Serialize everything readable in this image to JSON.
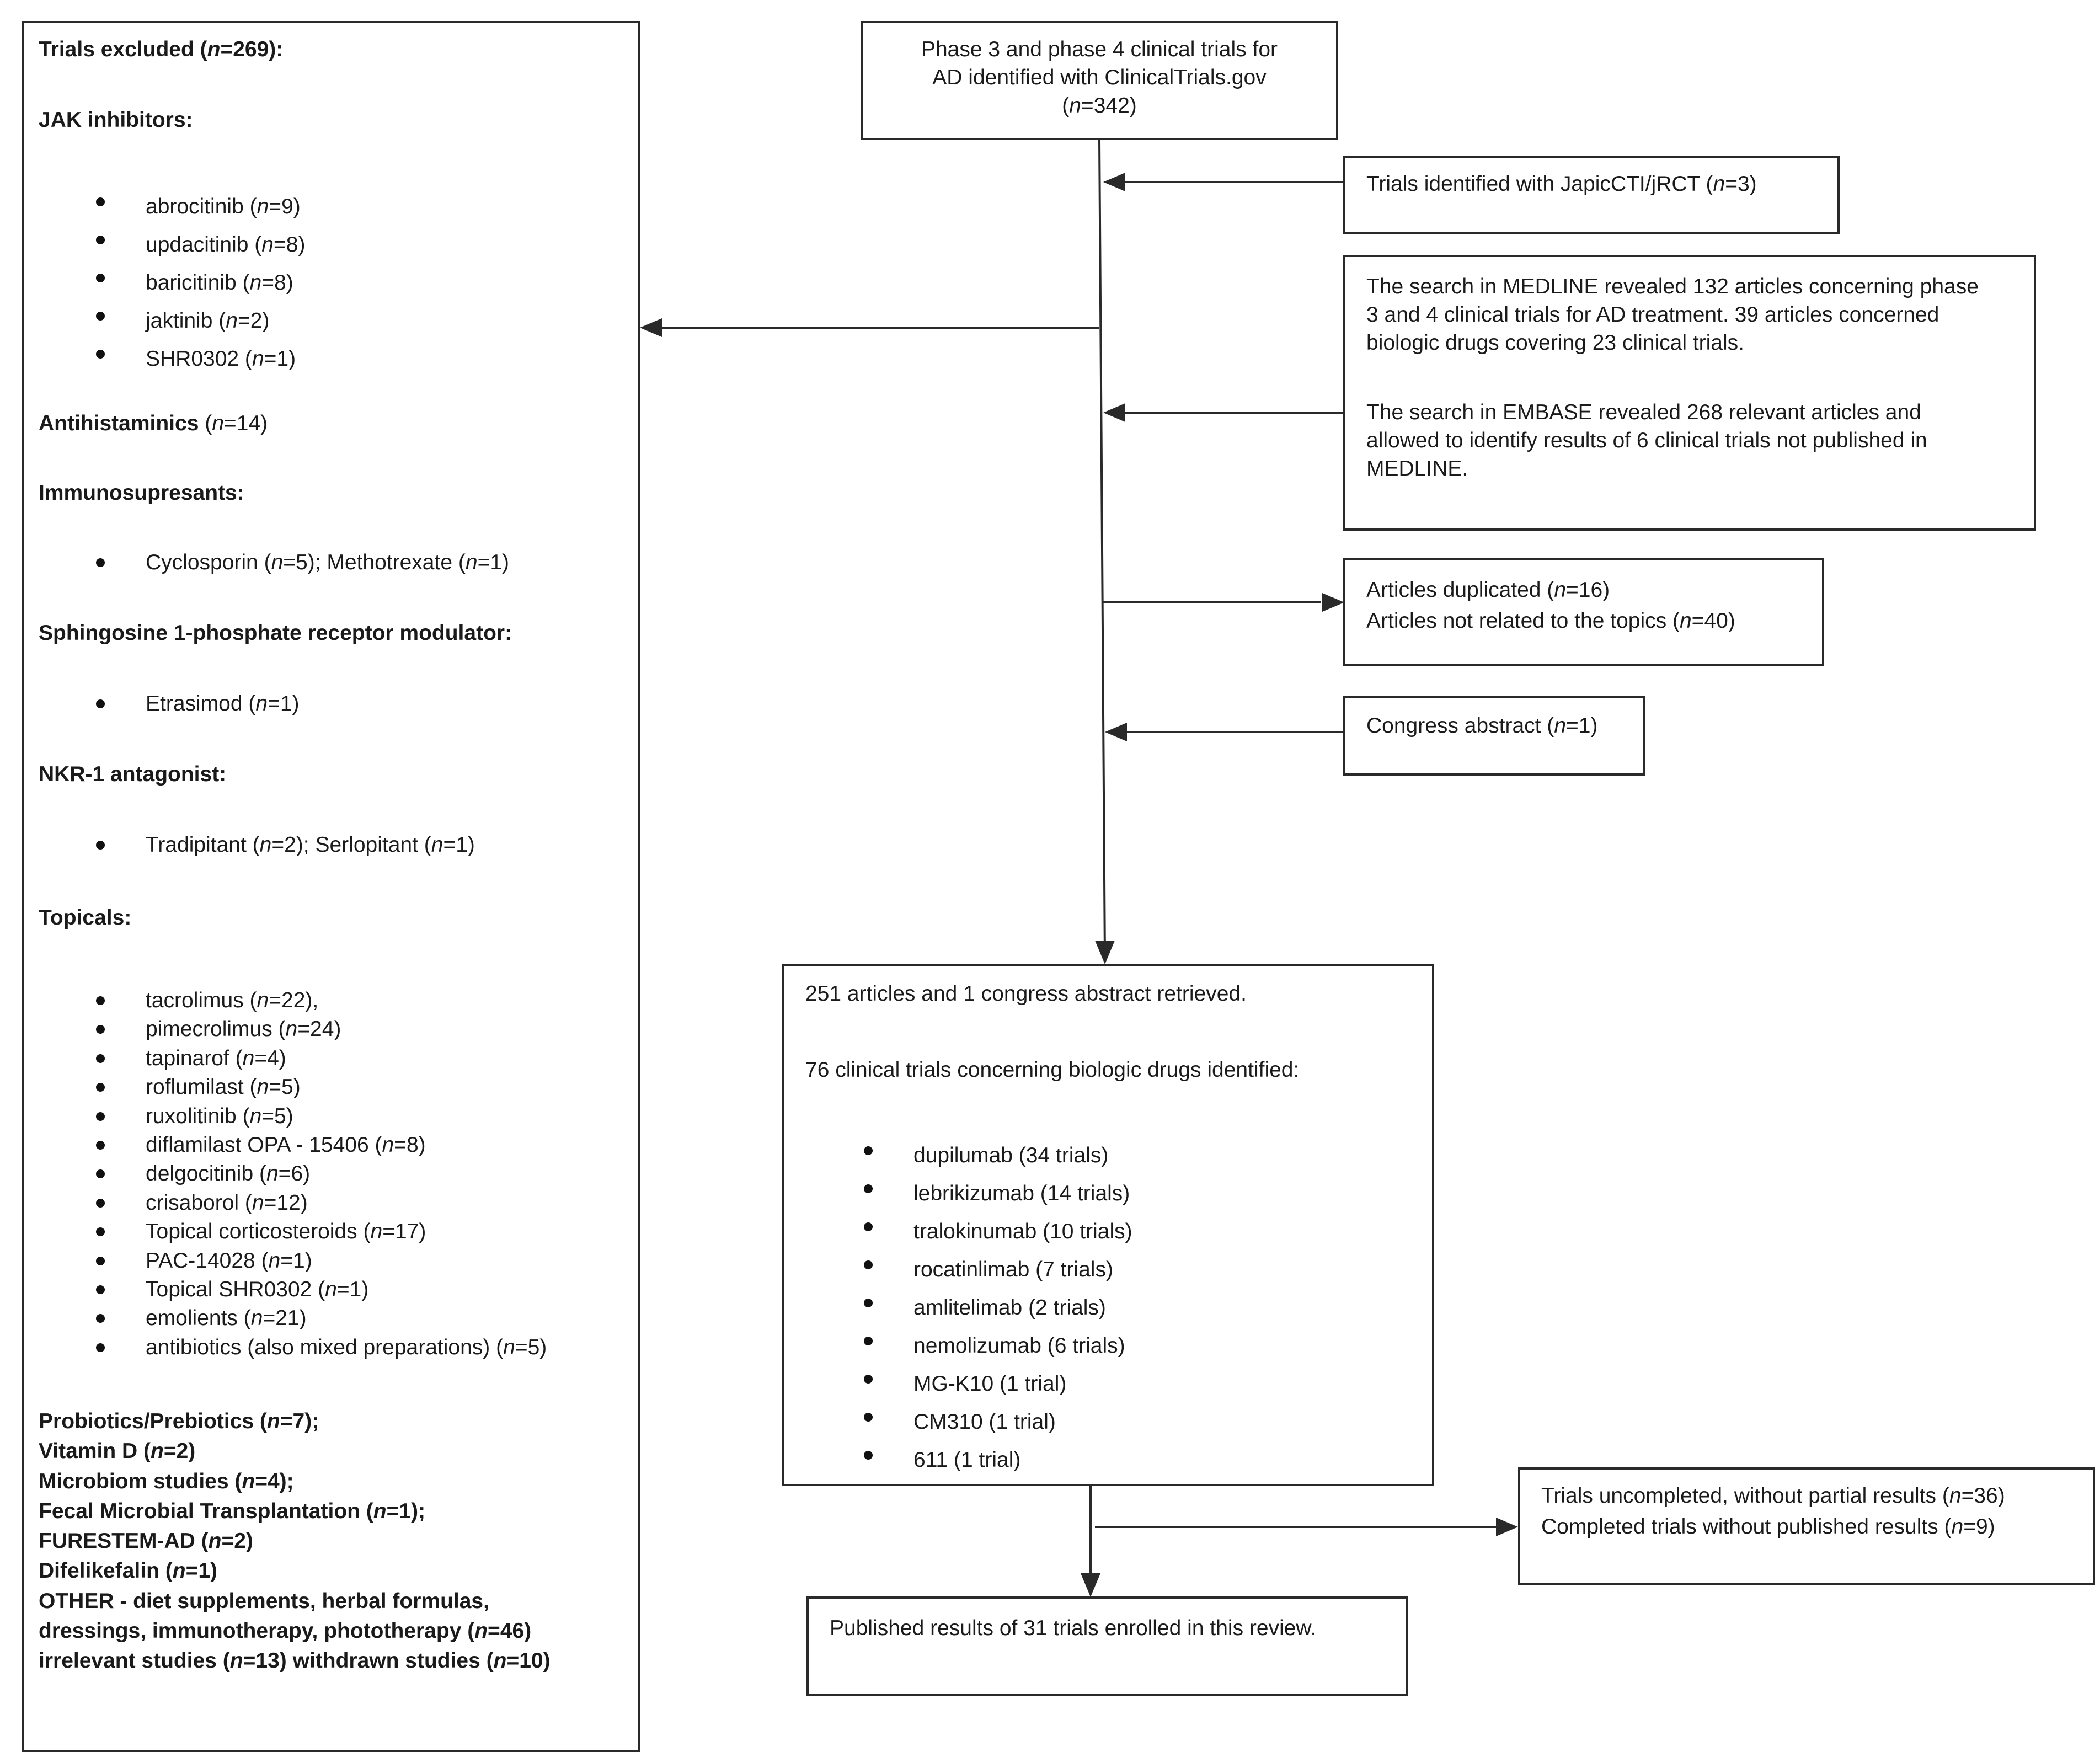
{
  "excluded": {
    "title_a": "Trials excluded (",
    "title_n": "n",
    "title_b": "=269):",
    "sections": [
      {
        "heading": "JAK inhibitors:",
        "items": [
          {
            "pre": "abrocitinib (",
            "n": "n",
            "post": "=9)"
          },
          {
            "pre": "updacitinib (",
            "n": "n",
            "post": "=8)"
          },
          {
            "pre": "baricitinib (",
            "n": "n",
            "post": "=8)"
          },
          {
            "pre": "jaktinib (",
            "n": "n",
            "post": "=2)"
          },
          {
            "pre": "SHR0302 (",
            "n": "n",
            "post": "=1)"
          }
        ]
      },
      {
        "heading": "Antihistaminics",
        "heading_tail_pre": " (",
        "heading_tail_n": "n",
        "heading_tail_post": "=14)"
      },
      {
        "heading": "Immunosupresants:",
        "items": [
          {
            "pre": "Cyclosporin (",
            "n": "n",
            "post": "=5); Methotrexate (",
            "n2": "n",
            "post2": "=1)"
          }
        ]
      },
      {
        "heading": "Sphingosine 1-phosphate receptor modulator:",
        "items": [
          {
            "pre": "Etrasimod (",
            "n": "n",
            "post": "=1)"
          }
        ]
      },
      {
        "heading": "NKR-1 antagonist:",
        "items": [
          {
            "pre": "Tradipitant (",
            "n": "n",
            "post": "=2); Serlopitant (",
            "n2": "n",
            "post2": "=1)"
          }
        ]
      },
      {
        "heading": "Topicals:",
        "items": [
          {
            "pre": "tacrolimus (",
            "n": "n",
            "post": "=22),"
          },
          {
            "pre": "pimecrolimus (",
            "n": "n",
            "post": "=24)"
          },
          {
            "pre": "tapinarof (",
            "n": "n",
            "post": "=4)"
          },
          {
            "pre": "roflumilast (",
            "n": "n",
            "post": "=5)"
          },
          {
            "pre": "ruxolitinib (",
            "n": "n",
            "post": "=5)"
          },
          {
            "pre": "diflamilast OPA - 15406 (",
            "n": "n",
            "post": "=8)"
          },
          {
            "pre": "delgocitinib (",
            "n": "n",
            "post": "=6)"
          },
          {
            "pre": "crisaborol (",
            "n": "n",
            "post": "=12)"
          },
          {
            "pre": "Topical corticosteroids (",
            "n": "n",
            "post": "=17)"
          },
          {
            "pre": "PAC-14028 (",
            "n": "n",
            "post": "=1)"
          },
          {
            "pre": "Topical SHR0302 (",
            "n": "n",
            "post": "=1)"
          },
          {
            "pre": "emolients (",
            "n": "n",
            "post": "=21)"
          },
          {
            "pre": "antibiotics (also mixed preparations) (",
            "n": "n",
            "post": "=5)"
          }
        ]
      }
    ],
    "other_lines": [
      {
        "pre": "Probiotics/Prebiotics (",
        "n": "n",
        "post": "=7);"
      },
      {
        "pre": "Vitamin D (",
        "n": "n",
        "post": "=2)"
      },
      {
        "pre": "Microbiom studies (",
        "n": "n",
        "post": "=4);"
      },
      {
        "pre": "Fecal Microbial Transplantation (",
        "n": "n",
        "post": "=1);"
      },
      {
        "pre": "FURESTEM-AD (",
        "n": "n",
        "post": "=2)"
      },
      {
        "pre": "Difelikefalin (",
        "n": "n",
        "post": "=1)"
      },
      {
        "pre": "OTHER - diet supplements, herbal formulas,",
        "n": "",
        "post": ""
      },
      {
        "pre": "dressings, immunotherapy, phototherapy (",
        "n": "n",
        "post": "=46)"
      },
      {
        "pre": "irrelevant studies (",
        "n": "n",
        "post": "=13) withdrawn studies (",
        "n2": "n",
        "post2": "=10)"
      }
    ]
  },
  "top": {
    "line1": "Phase 3 and phase 4 clinical trials for",
    "line2": "AD  identified with ClinicalTrials.gov",
    "line3_pre": "(",
    "line3_n": "n",
    "line3_post": "=342)"
  },
  "japic": {
    "pre": "Trials identified with JapicCTI/jRCT (",
    "n": "n",
    "post": "=3)"
  },
  "medline": {
    "p1": [
      "The search in MEDLINE revealed 132 articles concerning phase",
      "3 and 4 clinical trials for AD treatment. 39 articles concerned",
      "biologic drugs covering 23 clinical trials."
    ],
    "p2": [
      "The search in EMBASE revealed 268 relevant articles and",
      "allowed to identify results of 6 clinical trials not published in",
      "MEDLINE."
    ]
  },
  "duplicated": {
    "l1": {
      "pre": "Articles duplicated (",
      "n": "n",
      "post": "=16)"
    },
    "l2": {
      "pre": "Articles not related to the topics (",
      "n": "n",
      "post": "=40)"
    }
  },
  "congress": {
    "pre": "Congress abstract (",
    "n": "n",
    "post": "=1)"
  },
  "retrieved": {
    "line1": "251 articles and 1 congress abstract retrieved.",
    "line2": "76 clinical trials concerning biologic drugs identified:",
    "drugs": [
      "dupilumab (34 trials)",
      "lebrikizumab (14 trials)",
      "tralokinumab (10 trials)",
      "rocatinlimab (7 trials)",
      "amlitelimab (2 trials)",
      "nemolizumab (6 trials)",
      "MG-K10 (1 trial)",
      "CM310 (1 trial)",
      "611 (1 trial)"
    ]
  },
  "uncompleted": {
    "l1": {
      "pre": "Trials uncompleted, without partial results (",
      "n": "n",
      "post": "=36)"
    },
    "l2": {
      "pre": "Completed trials without published results (",
      "n": "n",
      "post": "=9)"
    }
  },
  "published": {
    "text": "Published results of 31 trials enrolled in this review."
  }
}
